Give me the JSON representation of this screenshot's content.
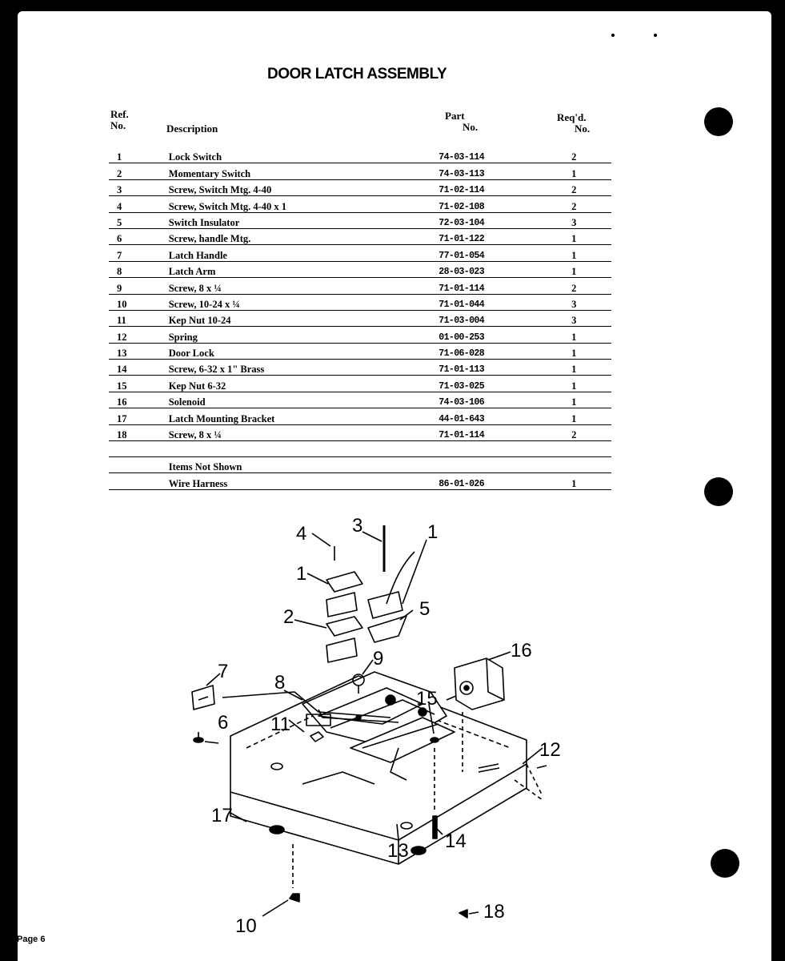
{
  "title": "DOOR LATCH ASSEMBLY",
  "headers": {
    "ref_line1": "Ref.",
    "ref_line2": "No.",
    "description": "Description",
    "part_line1": "Part",
    "part_line2": "No.",
    "req_line1": "Req'd.",
    "req_line2": "No."
  },
  "rows": [
    {
      "ref": "1",
      "description": "Lock Switch",
      "part": "74-03-114",
      "qty": "2"
    },
    {
      "ref": "2",
      "description": "Momentary Switch",
      "part": "74-03-113",
      "qty": "1"
    },
    {
      "ref": "3",
      "description": "Screw, Switch Mtg. 4-40",
      "part": "71-02-114",
      "qty": "2"
    },
    {
      "ref": "4",
      "description": "Screw, Switch Mtg. 4-40 x 1",
      "part": "71-02-108",
      "qty": "2"
    },
    {
      "ref": "5",
      "description": "Switch Insulator",
      "part": "72-03-104",
      "qty": "3"
    },
    {
      "ref": "6",
      "description": "Screw, handle Mtg.",
      "part": "71-01-122",
      "qty": "1"
    },
    {
      "ref": "7",
      "description": "Latch Handle",
      "part": "77-01-054",
      "qty": "1"
    },
    {
      "ref": "8",
      "description": "Latch Arm",
      "part": "28-03-023",
      "qty": "1"
    },
    {
      "ref": "9",
      "description": "Screw, 8 x ¼",
      "part": "71-01-114",
      "qty": "2"
    },
    {
      "ref": "10",
      "description": "Screw, 10-24 x ¼",
      "part": "71-01-044",
      "qty": "3"
    },
    {
      "ref": "11",
      "description": "Kep Nut 10-24",
      "part": "71-03-004",
      "qty": "3"
    },
    {
      "ref": "12",
      "description": "Spring",
      "part": "01-00-253",
      "qty": "1"
    },
    {
      "ref": "13",
      "description": "Door Lock",
      "part": "71-06-028",
      "qty": "1"
    },
    {
      "ref": "14",
      "description": "Screw, 6-32 x 1\" Brass",
      "part": "71-01-113",
      "qty": "1"
    },
    {
      "ref": "15",
      "description": "Kep Nut 6-32",
      "part": "71-03-025",
      "qty": "1"
    },
    {
      "ref": "16",
      "description": "Solenoid",
      "part": "74-03-106",
      "qty": "1"
    },
    {
      "ref": "17",
      "description": "Latch Mounting Bracket",
      "part": "44-01-643",
      "qty": "1"
    },
    {
      "ref": "18",
      "description": "Screw, 8 x ¼",
      "part": "71-01-114",
      "qty": "2"
    }
  ],
  "items_not_shown_label": "Items Not Shown",
  "not_shown": [
    {
      "description": "Wire Harness",
      "part": "86-01-026",
      "qty": "1"
    }
  ],
  "callouts": [
    "1",
    "2",
    "3",
    "4",
    "5",
    "6",
    "7",
    "8",
    "9",
    "10",
    "11",
    "12",
    "13",
    "14",
    "15",
    "16",
    "17",
    "18",
    "1"
  ],
  "footer": "Page 6"
}
